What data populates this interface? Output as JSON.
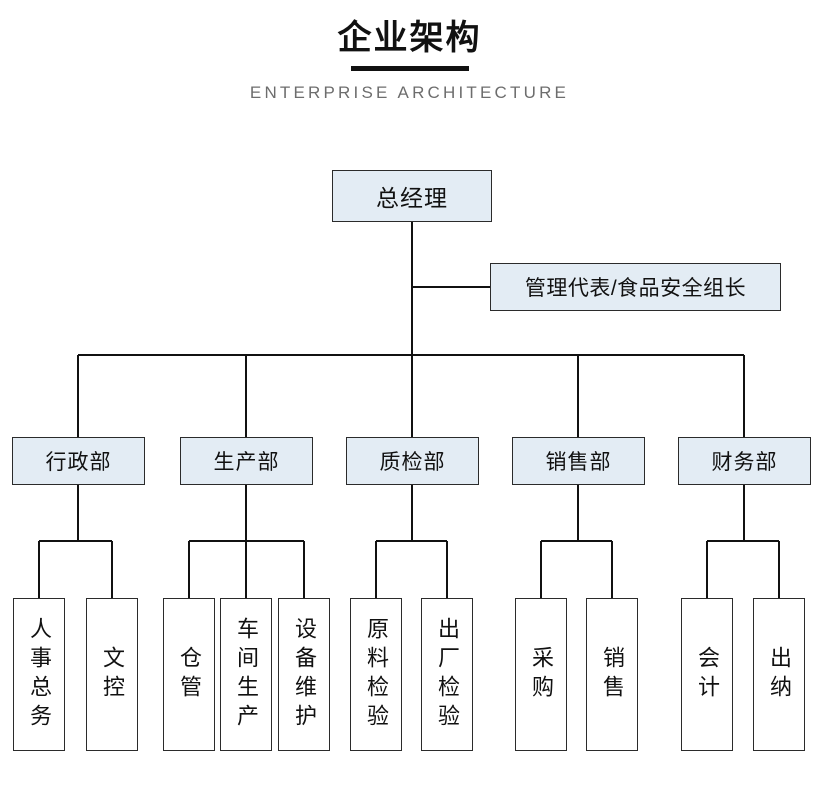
{
  "header": {
    "title": "企业架构",
    "subtitle": "ENTERPRISE ARCHITECTURE"
  },
  "colors": {
    "box_fill": "#e3ecf4",
    "leaf_fill": "#ffffff",
    "border": "#2b2b2b",
    "line": "#111111",
    "title": "#111111",
    "subtitle": "#6d6d6d",
    "background": "#ffffff"
  },
  "chart_data": {
    "type": "diagram",
    "title": "企业架构",
    "subtitle": "ENTERPRISE ARCHITECTURE",
    "orientation": "top-down",
    "nodes": [
      {
        "id": "gm",
        "label": "总经理",
        "level": 0,
        "parent": null,
        "style": "exec"
      },
      {
        "id": "mgmt",
        "label": "管理代表/食品安全组长",
        "level": 1,
        "parent": "gm",
        "style": "mgmt"
      },
      {
        "id": "admin",
        "label": "行政部",
        "level": 2,
        "parent": "gm",
        "style": "dept"
      },
      {
        "id": "prod",
        "label": "生产部",
        "level": 2,
        "parent": "gm",
        "style": "dept"
      },
      {
        "id": "qc",
        "label": "质检部",
        "level": 2,
        "parent": "gm",
        "style": "dept"
      },
      {
        "id": "sales",
        "label": "销售部",
        "level": 2,
        "parent": "gm",
        "style": "dept"
      },
      {
        "id": "fin",
        "label": "财务部",
        "level": 2,
        "parent": "gm",
        "style": "dept"
      },
      {
        "id": "hr",
        "label": "人事总务",
        "level": 3,
        "parent": "admin",
        "style": "leaf"
      },
      {
        "id": "doc",
        "label": "文控",
        "level": 3,
        "parent": "admin",
        "style": "leaf"
      },
      {
        "id": "wh",
        "label": "仓管",
        "level": 3,
        "parent": "prod",
        "style": "leaf"
      },
      {
        "id": "workshop",
        "label": "车间生产",
        "level": 3,
        "parent": "prod",
        "style": "leaf"
      },
      {
        "id": "maint",
        "label": "设备维护",
        "level": 3,
        "parent": "prod",
        "style": "leaf"
      },
      {
        "id": "raw",
        "label": "原料检验",
        "level": 3,
        "parent": "qc",
        "style": "leaf"
      },
      {
        "id": "out",
        "label": "出厂检验",
        "level": 3,
        "parent": "qc",
        "style": "leaf"
      },
      {
        "id": "purchase",
        "label": "采购",
        "level": 3,
        "parent": "sales",
        "style": "leaf"
      },
      {
        "id": "sell",
        "label": "销售",
        "level": 3,
        "parent": "sales",
        "style": "leaf"
      },
      {
        "id": "acct",
        "label": "会计",
        "level": 3,
        "parent": "fin",
        "style": "leaf"
      },
      {
        "id": "cashier",
        "label": "出纳",
        "level": 3,
        "parent": "fin",
        "style": "leaf"
      }
    ]
  }
}
